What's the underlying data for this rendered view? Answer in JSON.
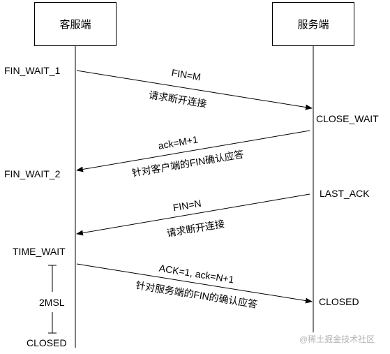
{
  "client": {
    "title": "客服端"
  },
  "server": {
    "title": "服务端"
  },
  "client_states": {
    "fin_wait_1": "FIN_WAIT_1",
    "fin_wait_2": "FIN_WAIT_2",
    "time_wait": "TIME_WAIT",
    "msl": "2MSL",
    "closed": "CLOSED"
  },
  "server_states": {
    "close_wait": "CLOSE_WAIT",
    "last_ack": "LAST_ACK",
    "closed": "CLOSED"
  },
  "messages": {
    "m1": {
      "top": "FIN=M",
      "bottom": "请求断开连接"
    },
    "m2": {
      "top": "ack=M+1",
      "bottom": "针对客户端的FIN确认应答"
    },
    "m3": {
      "top": "FIN=N",
      "bottom": "请求断开连接"
    },
    "m4": {
      "top": "ACK=1, ack=N+1",
      "bottom": "针对服务端的FIN的确认应答"
    }
  },
  "watermark": "@稀土掘金技术社区"
}
